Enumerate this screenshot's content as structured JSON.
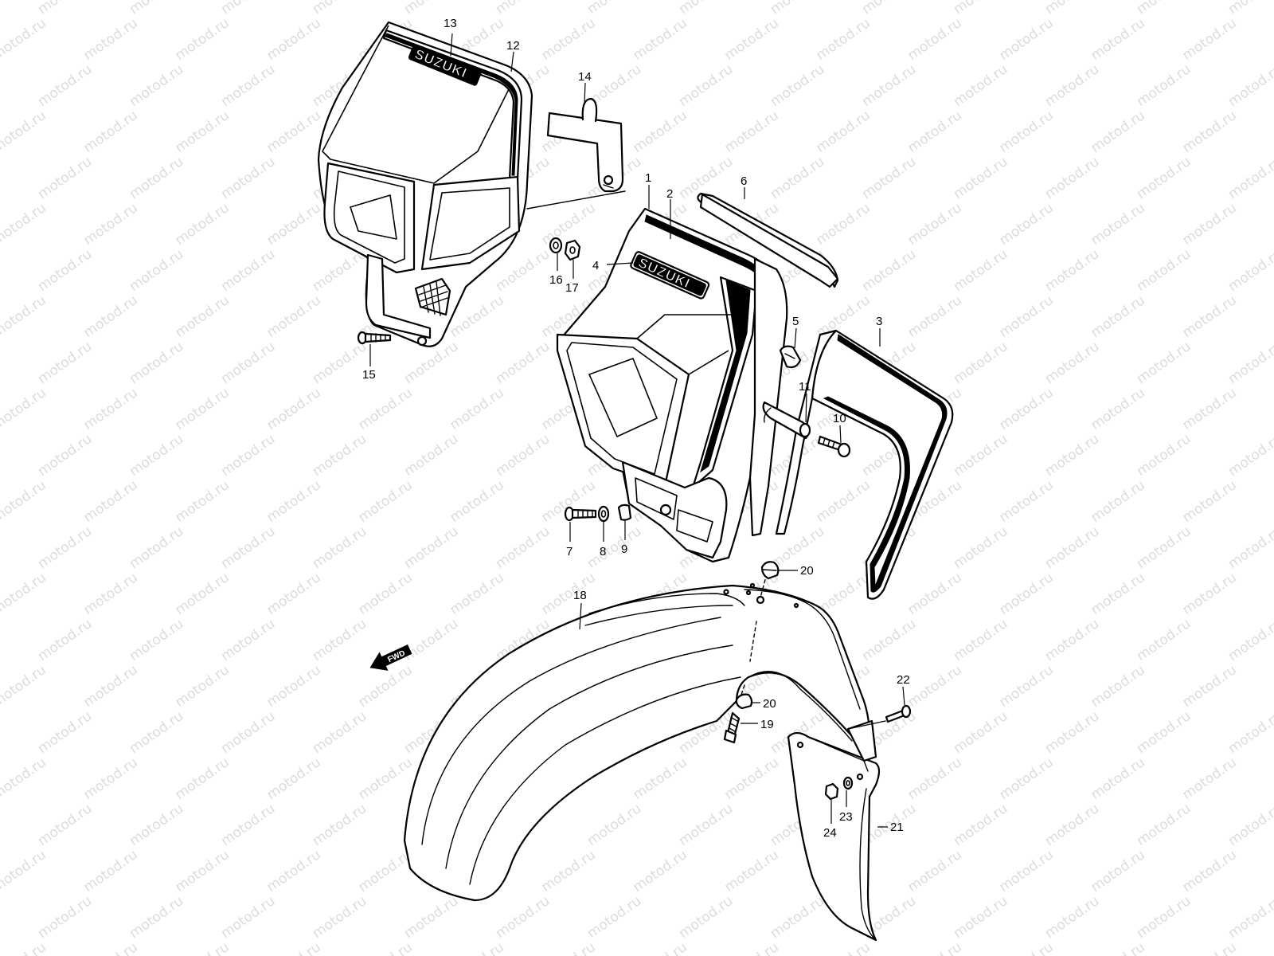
{
  "watermark": {
    "text": "motod.ru"
  },
  "brand_logo": {
    "text": "SUZUKI"
  },
  "direction_arrow": {
    "text": "FWD"
  },
  "callouts": [
    {
      "id": "1",
      "label": "1"
    },
    {
      "id": "2",
      "label": "2"
    },
    {
      "id": "3",
      "label": "3"
    },
    {
      "id": "4",
      "label": "4"
    },
    {
      "id": "5",
      "label": "5"
    },
    {
      "id": "6",
      "label": "6"
    },
    {
      "id": "7",
      "label": "7"
    },
    {
      "id": "8",
      "label": "8"
    },
    {
      "id": "9",
      "label": "9"
    },
    {
      "id": "10",
      "label": "10"
    },
    {
      "id": "11",
      "label": "11"
    },
    {
      "id": "12",
      "label": "12"
    },
    {
      "id": "13",
      "label": "13"
    },
    {
      "id": "14",
      "label": "14"
    },
    {
      "id": "15",
      "label": "15"
    },
    {
      "id": "16",
      "label": "16"
    },
    {
      "id": "17",
      "label": "17"
    },
    {
      "id": "18",
      "label": "18"
    },
    {
      "id": "19",
      "label": "19"
    },
    {
      "id": "20",
      "label": "20"
    },
    {
      "id": "20b",
      "label": "20"
    },
    {
      "id": "21",
      "label": "21"
    },
    {
      "id": "22",
      "label": "22"
    },
    {
      "id": "23",
      "label": "23"
    },
    {
      "id": "24",
      "label": "24"
    }
  ]
}
